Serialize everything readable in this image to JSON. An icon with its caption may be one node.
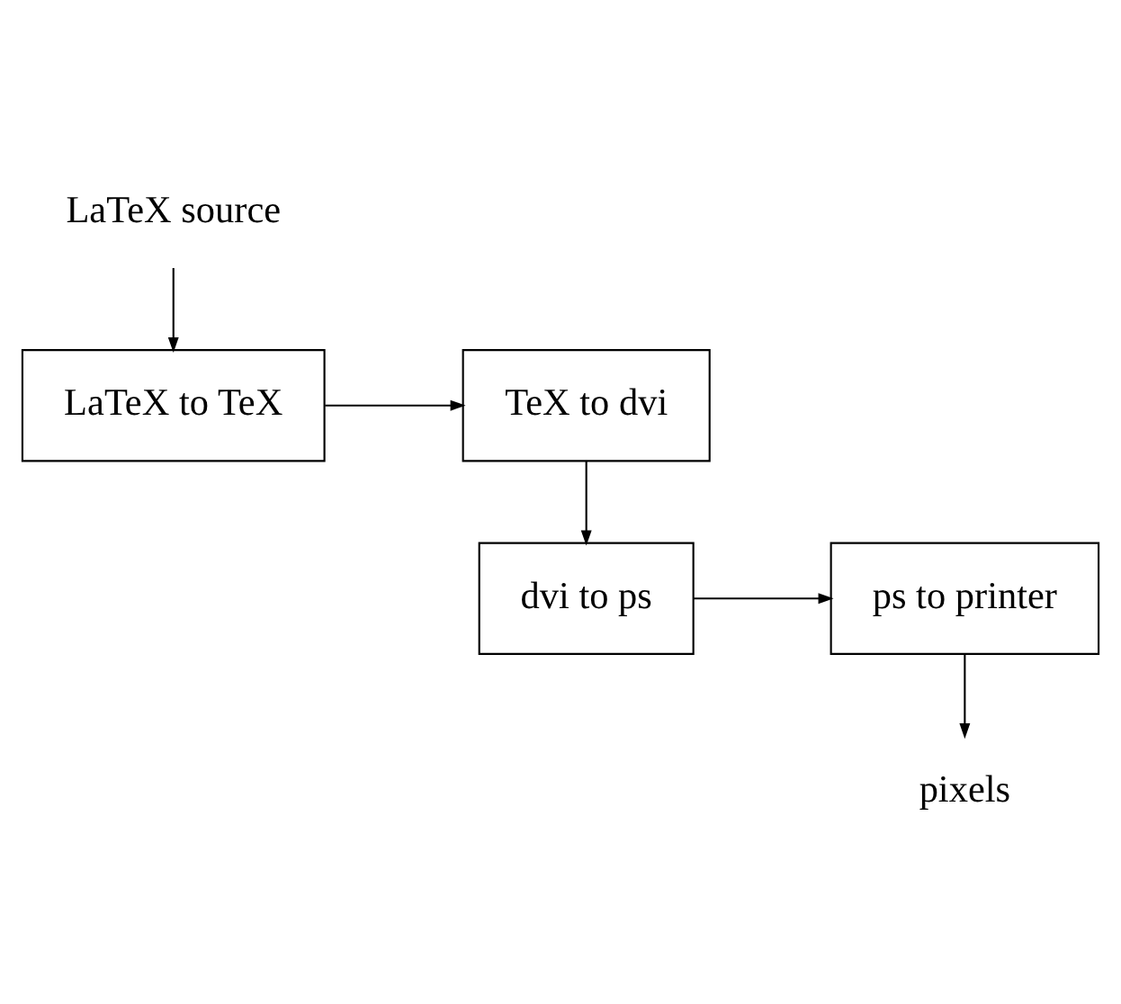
{
  "diagram": {
    "nodes": [
      {
        "text": [
          "LaTeX source"
        ]
      },
      {
        "text": [
          "LaTeX to TeX"
        ]
      },
      {
        "text": [
          "TeX to dvi"
        ]
      },
      {
        "text": [
          "dvi to ps"
        ]
      },
      {
        "text": [
          "ps to printer"
        ]
      },
      {
        "text": [
          "pixels"
        ]
      }
    ],
    "edges": [
      {
        "from": 0,
        "to": 1,
        "arrow": "to"
      },
      {
        "from": 1,
        "to": 2,
        "arrow": "to"
      },
      {
        "from": 2,
        "to": 3,
        "arrow": "to"
      },
      {
        "from": 3,
        "to": 4,
        "arrow": "to"
      },
      {
        "from": 4,
        "to": 5,
        "arrow": "to"
      }
    ]
  }
}
